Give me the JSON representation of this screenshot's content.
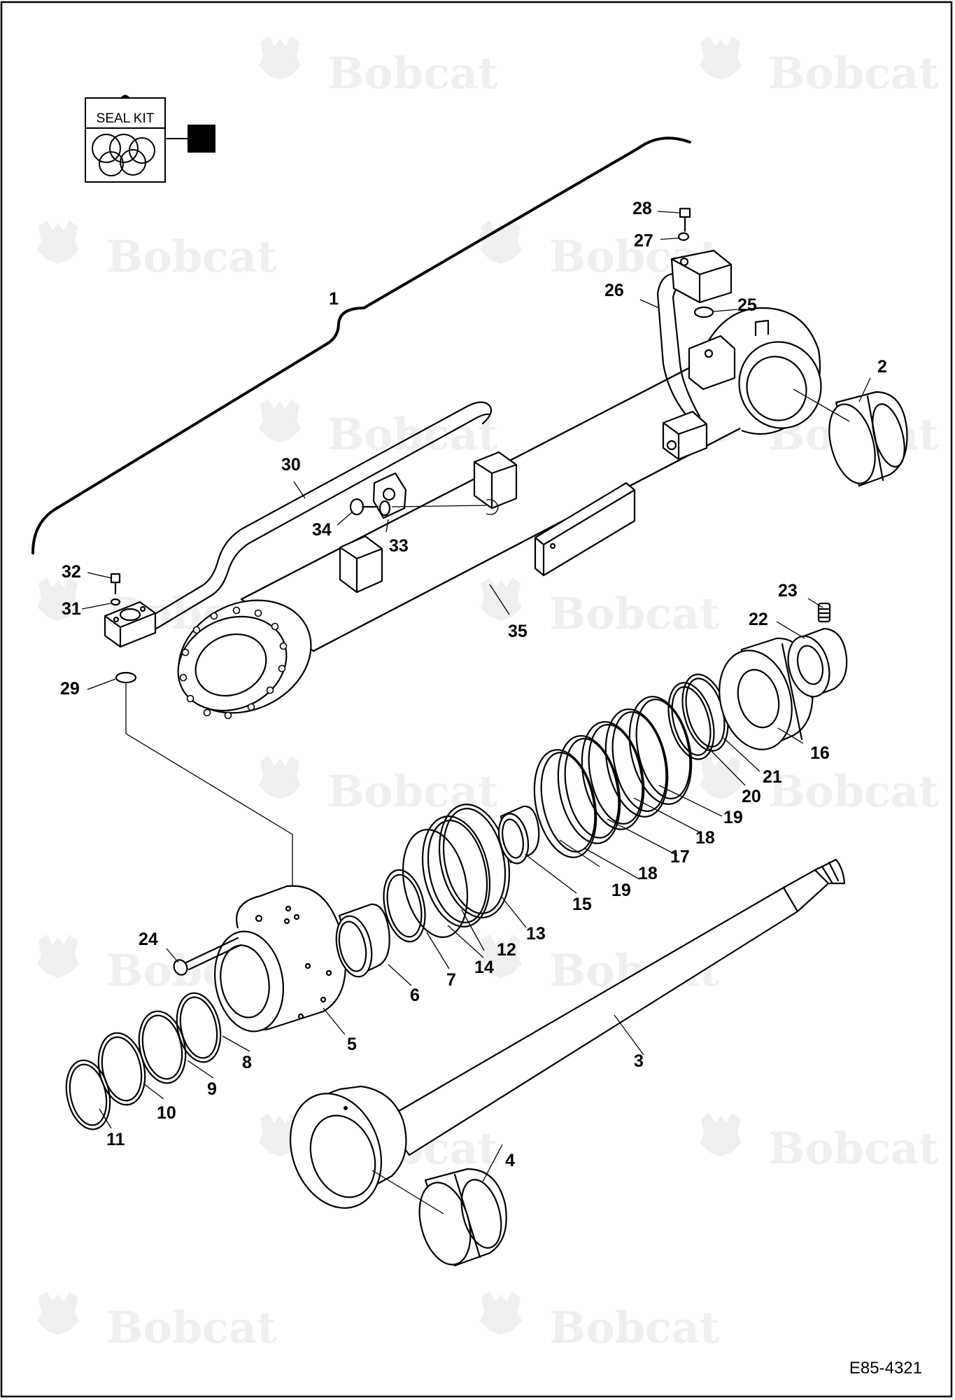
{
  "brand": {
    "watermark": "Bobcat"
  },
  "seal_kit": {
    "label": "SEAL KIT"
  },
  "reference_code": "E85-4321",
  "colors": {
    "ink": "#000000",
    "watermark": "#efefef",
    "background": "#ffffff"
  },
  "callouts": {
    "c1": "1",
    "c2": "2",
    "c3": "3",
    "c4": "4",
    "c5": "5",
    "c6": "6",
    "c7": "7",
    "c8": "8",
    "c9": "9",
    "c10": "10",
    "c11": "11",
    "c12": "12",
    "c13": "13",
    "c14": "14",
    "c15": "15",
    "c16": "16",
    "c17": "17",
    "c18a": "18",
    "c18b": "18",
    "c19a": "19",
    "c19b": "19",
    "c20": "20",
    "c21": "21",
    "c22": "22",
    "c23": "23",
    "c24": "24",
    "c25": "25",
    "c26": "26",
    "c27": "27",
    "c28": "28",
    "c29": "29",
    "c30": "30",
    "c31": "31",
    "c32": "32",
    "c33": "33",
    "c34": "34",
    "c35": "35"
  }
}
